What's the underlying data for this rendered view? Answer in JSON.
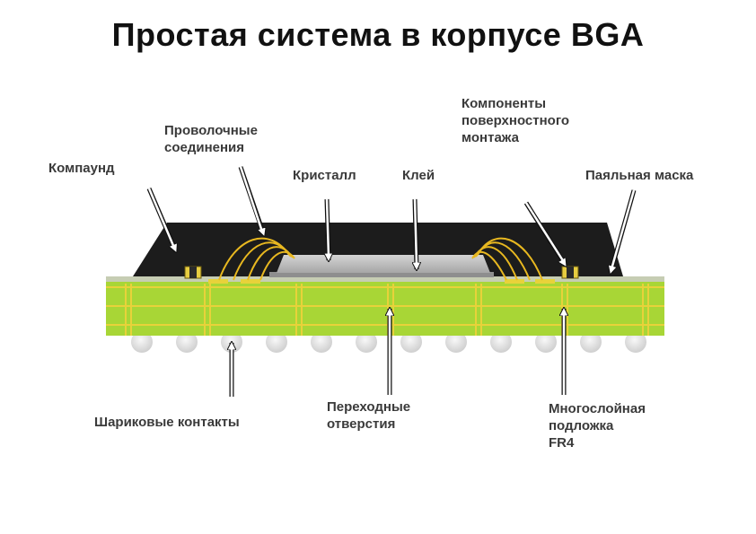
{
  "title": "Простая система в корпусе BGA",
  "labels": {
    "compound": "Компаунд",
    "wire_bonds": "Проволочные\nсоединения",
    "die": "Кристалл",
    "glue": "Клей",
    "smd_components": "Компоненты\nповерхностного\nмонтажа",
    "solder_mask": "Паяльная маска",
    "solder_balls": "Шариковые контакты",
    "vias": "Переходные\nотверстия",
    "substrate": "Многослойная\nподложка\nFR4"
  },
  "colors": {
    "compound": "#1c1c1c",
    "substrate": "#a8d636",
    "substrate_lines": "#e8d23a",
    "die": "#b9b9b9",
    "wires": "#e8b820",
    "balls": "#e2e2e2",
    "text": "#3a3a3a"
  }
}
